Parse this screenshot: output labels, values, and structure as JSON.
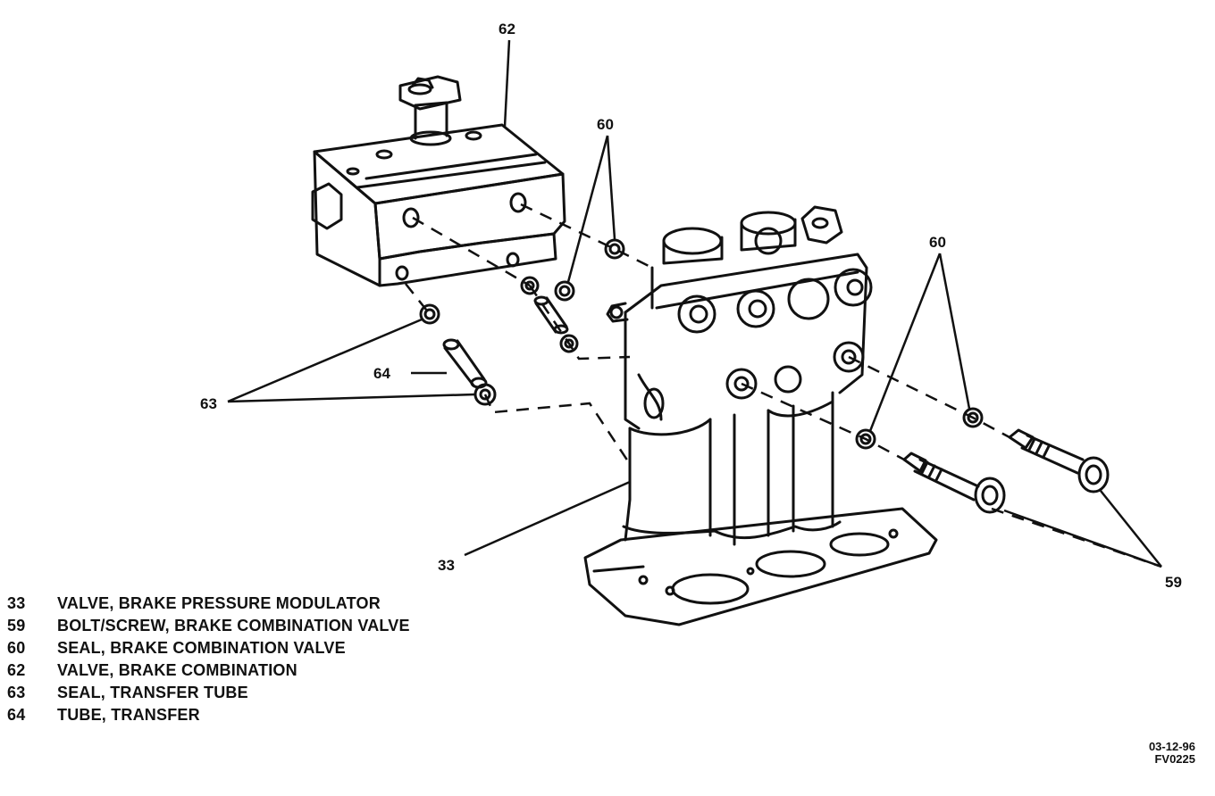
{
  "callouts": {
    "c62": "62",
    "c60a": "60",
    "c60b": "60",
    "c64": "64",
    "c63": "63",
    "c33": "33",
    "c59": "59"
  },
  "legend": [
    {
      "num": "33",
      "text": "VALVE, BRAKE PRESSURE MODULATOR"
    },
    {
      "num": "59",
      "text": "BOLT/SCREW, BRAKE COMBINATION VALVE"
    },
    {
      "num": "60",
      "text": "SEAL, BRAKE COMBINATION VALVE"
    },
    {
      "num": "62",
      "text": "VALVE, BRAKE COMBINATION"
    },
    {
      "num": "63",
      "text": "SEAL, TRANSFER TUBE"
    },
    {
      "num": "64",
      "text": "TUBE, TRANSFER"
    }
  ],
  "stamp": {
    "date": "03-12-96",
    "code": "FV0225"
  }
}
